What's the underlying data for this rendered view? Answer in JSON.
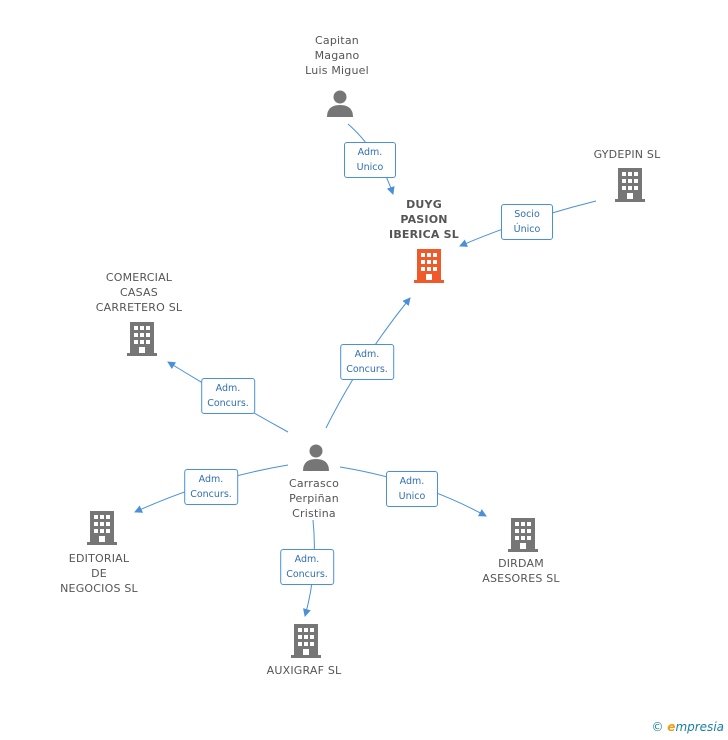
{
  "colors": {
    "node": "#767676",
    "focal": "#f05a2a",
    "edge": "#4a90d9",
    "edge_text": "#2f6fb3"
  },
  "nodes": {
    "capitan": {
      "label": "Capitan\nMagano\nLuis Miguel",
      "kind": "person"
    },
    "duyg": {
      "label": "DUYG\nPASION\nIBERICA SL",
      "kind": "company-focal"
    },
    "gydepin": {
      "label": "GYDEPIN  SL",
      "kind": "company"
    },
    "comercial": {
      "label": "COMERCIAL\nCASAS\nCARRETERO SL",
      "kind": "company"
    },
    "carrasco": {
      "label": "Carrasco\nPerpiñan\nCristina",
      "kind": "person"
    },
    "editorial": {
      "label": "EDITORIAL\nDE\nNEGOCIOS SL",
      "kind": "company"
    },
    "auxigraf": {
      "label": "AUXIGRAF  SL",
      "kind": "company"
    },
    "dirdam": {
      "label": "DIRDAM\nASESORES SL",
      "kind": "company"
    }
  },
  "edges": {
    "capitan_duyg": "Adm.\nUnico",
    "gydepin_duyg": "Socio\nÚnico",
    "carrasco_duyg": "Adm.\nConcurs.",
    "carrasco_comercial": "Adm.\nConcurs.",
    "carrasco_editorial": "Adm.\nConcurs.",
    "carrasco_auxigraf": "Adm.\nConcurs.",
    "carrasco_dirdam": "Adm.\nUnico"
  },
  "footer": {
    "copyright": "©",
    "brand_e": "e",
    "brand_rest": "mpresia"
  }
}
